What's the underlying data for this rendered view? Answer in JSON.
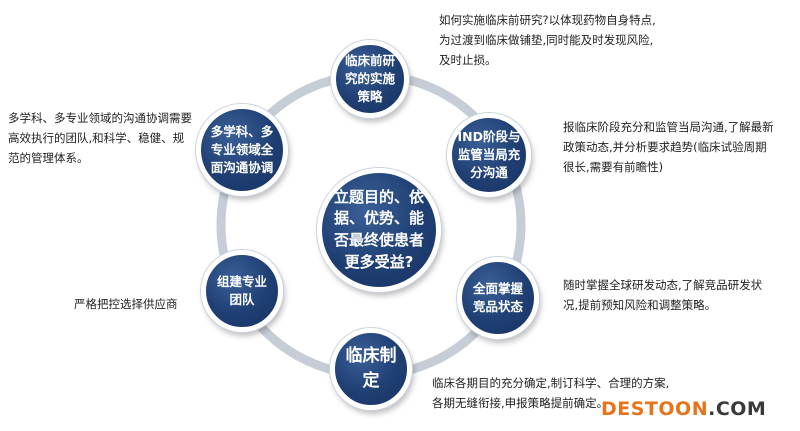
{
  "diagram": {
    "center": "立题目的、依\n据、优势、能\n否最终使患者\n更多受益?",
    "nodes": {
      "top": "临床前研\n究的实施\n策略",
      "upper_right": "IND阶段与\n监管当局充\n分沟通",
      "lower_right": "全面掌握\n竞品状态",
      "bottom": "临床制\n定",
      "lower_left": "组建专业\n团队",
      "upper_left": "多学科、多\n专业领域全\n面沟通协调"
    },
    "notes": {
      "top": "如何实施临床前研究?以体现药物自身特点,\n为过渡到临床做铺垫,同时能及时发现风险,\n及时止损。",
      "upper_right": "报临床阶段充分和监管当局沟通,了解最新\n政策动态,并分析要求趋势(临床试验周期\n很长,需要有前瞻性)",
      "lower_right": "随时掌握全球研发动态,了解竞品研发状\n况,提前预知风险和调整策略。",
      "bottom": "临床各期目的充分确定,制订科学、合理的方案,\n各期无缝衔接,申报策略提前确定。",
      "lower_left": "严格把控选择供应商",
      "upper_left": "多学科、多专业领域的沟通协调需要\n高效执行的团队,和科学、稳健、规\n范的管理体系。"
    },
    "ring_color": "#c7cdd6",
    "node_color": "#1f3f73"
  },
  "watermark": {
    "part1": "DESTOON",
    "part2": ".COM",
    "color1": "#e8731b",
    "color2": "#3a3a3a"
  }
}
